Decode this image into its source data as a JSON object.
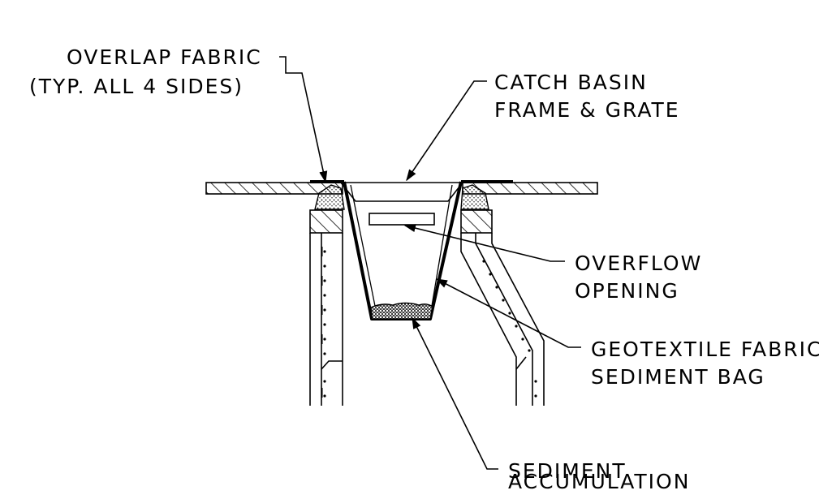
{
  "labels": {
    "overlap_fabric": {
      "line1": "OVERLAP FABRIC",
      "line2": "(TYP. ALL 4 SIDES)"
    },
    "catch_basin": {
      "line1": "CATCH BASIN",
      "line2": "FRAME & GRATE"
    },
    "overflow_opening": {
      "line1": "OVERFLOW",
      "line2": "OPENING"
    },
    "geotextile": {
      "line1": "GEOTEXTILE FABRIC",
      "line2": "SEDIMENT BAG"
    },
    "sediment": {
      "line1": "SEDIMENT",
      "line2": "ACCUMULATION"
    }
  },
  "colors": {
    "ink": "#000000",
    "paper": "#ffffff"
  }
}
